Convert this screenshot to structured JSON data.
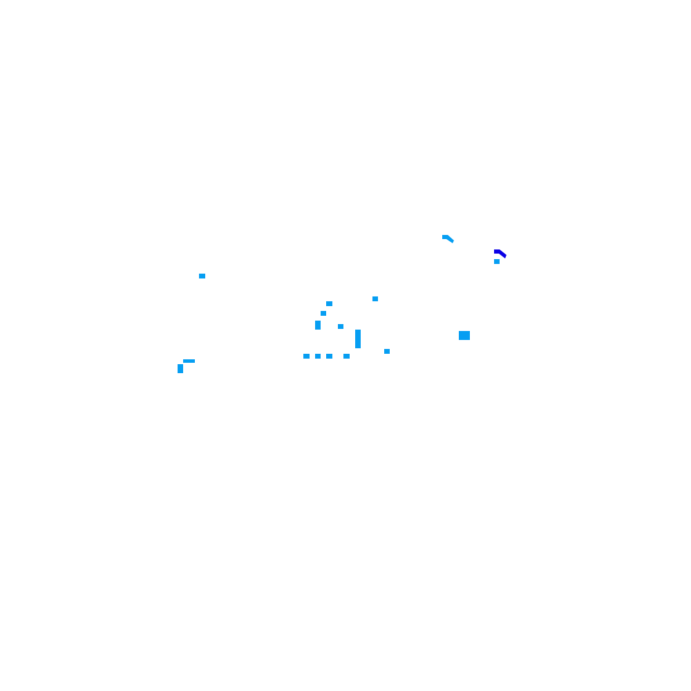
{
  "map": {
    "background_color": "#ffffff",
    "feature_colors": {
      "primary": "#069ef2",
      "highlight": "#0a00e6"
    },
    "feature_groups": [
      {
        "name": "scattered-blocks",
        "color": "primary",
        "count": 14
      },
      {
        "name": "curved-segments",
        "color": "primary",
        "count": 2
      },
      {
        "name": "highlight-segment",
        "color": "highlight",
        "count": 1
      }
    ]
  }
}
